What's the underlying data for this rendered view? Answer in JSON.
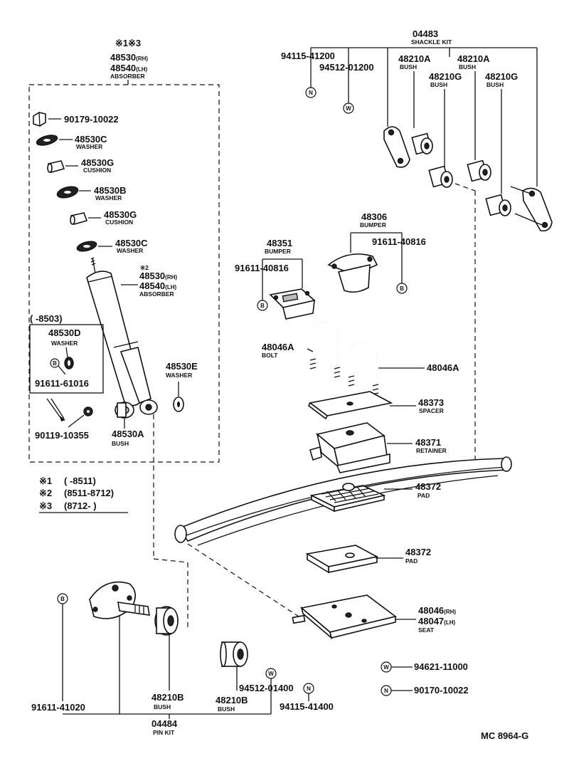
{
  "callouts": [
    {
      "id": "shackle_kit",
      "pn": "04483",
      "sub": "SHACKLE KIT"
    },
    {
      "id": "bolt_n_top",
      "pn": "94115-41200",
      "sub": ""
    },
    {
      "id": "washer_w_top",
      "pn": "94512-01200",
      "sub": ""
    },
    {
      "id": "bush_a1",
      "pn": "48210A",
      "sub": "BUSH"
    },
    {
      "id": "bush_a2",
      "pn": "48210A",
      "sub": "BUSH"
    },
    {
      "id": "bush_g1",
      "pn": "48210G",
      "sub": "BUSH"
    },
    {
      "id": "bush_g2",
      "pn": "48210G",
      "sub": "BUSH"
    },
    {
      "id": "nut_top",
      "pn": "90179-10022",
      "sub": ""
    },
    {
      "id": "washer_c1",
      "pn": "48530C",
      "sub": "WASHER"
    },
    {
      "id": "cushion_g1",
      "pn": "48530G",
      "sub": "CUSHION"
    },
    {
      "id": "washer_b",
      "pn": "48530B",
      "sub": "WASHER"
    },
    {
      "id": "cushion_g2",
      "pn": "48530G",
      "sub": "CUSHION"
    },
    {
      "id": "washer_c2",
      "pn": "48530C",
      "sub": "WASHER"
    },
    {
      "id": "washer_d",
      "pn": "48530D",
      "sub": "WASHER"
    },
    {
      "id": "bolt_b_shock",
      "pn": "91611-61016",
      "sub": ""
    },
    {
      "id": "bolt_shock",
      "pn": "90119-10355",
      "sub": ""
    },
    {
      "id": "washer_e",
      "pn": "48530E",
      "sub": "WASHER"
    },
    {
      "id": "bush_shock",
      "pn": "48530A",
      "sub": "BUSH"
    },
    {
      "id": "bumper_48306",
      "pn": "48306",
      "sub": "BUMPER"
    },
    {
      "id": "bolt_b_bumper_r",
      "pn": "91611-40816",
      "sub": ""
    },
    {
      "id": "bumper_48351",
      "pn": "48351",
      "sub": "BUMPER"
    },
    {
      "id": "bolt_b_bumper_l",
      "pn": "91611-40816",
      "sub": ""
    },
    {
      "id": "ubolt_l",
      "pn": "48046A",
      "sub": "BOLT"
    },
    {
      "id": "ubolt_r",
      "pn": "48046A",
      "sub": ""
    },
    {
      "id": "spacer",
      "pn": "48373",
      "sub": "SPACER"
    },
    {
      "id": "retainer",
      "pn": "48371",
      "sub": "RETAINER"
    },
    {
      "id": "pad_top",
      "pn": "48372",
      "sub": "PAD"
    },
    {
      "id": "pad_bottom",
      "pn": "48372",
      "sub": "PAD"
    },
    {
      "id": "washer_w_bottom",
      "pn": "94621-11000",
      "sub": ""
    },
    {
      "id": "nut_n_bottom",
      "pn": "90170-10022",
      "sub": ""
    },
    {
      "id": "bolt_b_pin",
      "pn": "91611-41020",
      "sub": ""
    },
    {
      "id": "bush_b1",
      "pn": "48210B",
      "sub": "BUSH"
    },
    {
      "id": "bush_b2",
      "pn": "48210B",
      "sub": "BUSH"
    },
    {
      "id": "washer_w_pin",
      "pn": "94512-01400",
      "sub": ""
    },
    {
      "id": "bolt_n_pin",
      "pn": "94115-41400",
      "sub": ""
    },
    {
      "id": "pin_kit",
      "pn": "04484",
      "sub": "PIN KIT"
    }
  ],
  "absorber_header": {
    "marks": "※1※3",
    "rh": "48530",
    "rh_suffix": "(RH)",
    "lh": "48540",
    "lh_suffix": "(LH)",
    "label": "ABSORBER"
  },
  "absorber_inner": {
    "mark": "※2",
    "rh": "48530",
    "rh_suffix": "(RH)",
    "lh": "48540",
    "lh_suffix": "(LH)",
    "label": "ABSORBER"
  },
  "date_range": "(      -8503)",
  "seat": {
    "rh": "48046",
    "rh_suffix": "(RH)",
    "lh": "48047",
    "lh_suffix": "(LH)",
    "label": "SEAT"
  },
  "legend": [
    {
      "mark": "※1",
      "range": "(      -8511)"
    },
    {
      "mark": "※2",
      "range": "(8511-8712)"
    },
    {
      "mark": "※3",
      "range": "(8712-        )"
    }
  ],
  "symbols": {
    "bolt": "B",
    "washer": "W",
    "nut": "N"
  },
  "footer_code": "MC  8964-G"
}
